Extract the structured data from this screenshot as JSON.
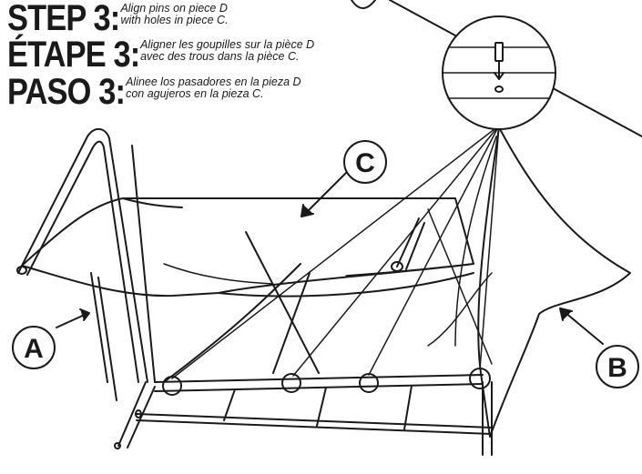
{
  "steps": [
    {
      "heading": "STEP 3:",
      "line1": "Align pins on piece D",
      "line2": "with holes in piece C."
    },
    {
      "heading": "ÉTAPE 3:",
      "line1": "Aligner les goupilles sur la pièce D",
      "line2": "avec des trous dans la pièce C."
    },
    {
      "heading": "PASO 3:",
      "line1": "Alinee los pasadores en la pieza D",
      "line2": "con agujeros en la pieza C."
    }
  ],
  "callouts": {
    "a": "A",
    "b": "B",
    "c": "C"
  }
}
